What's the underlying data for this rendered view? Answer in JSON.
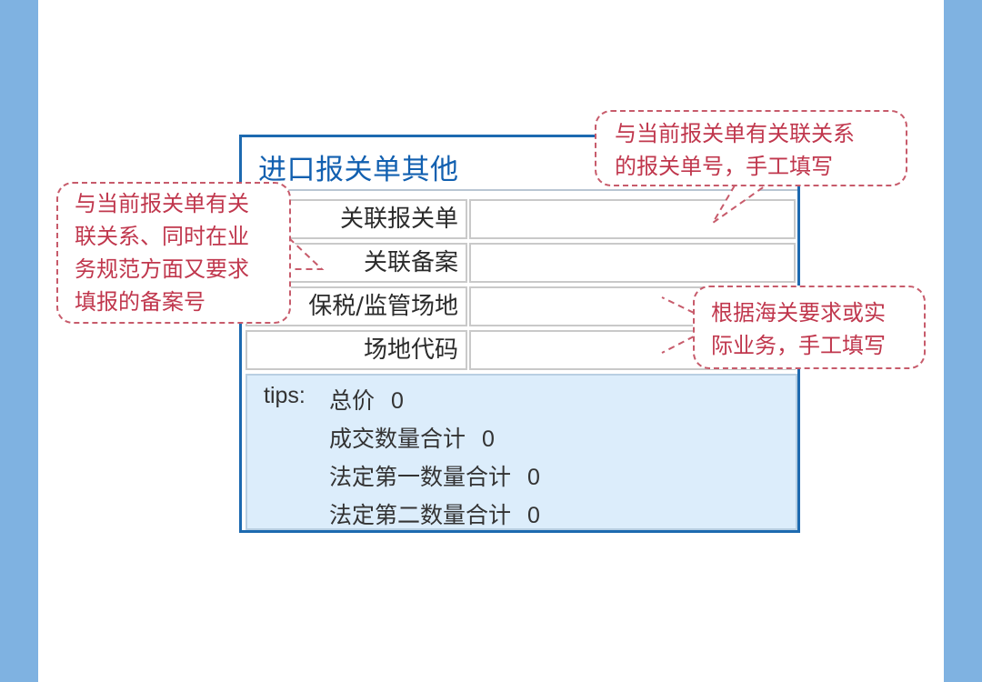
{
  "form": {
    "title": "进口报关单其他",
    "fields": [
      {
        "label": "关联报关单",
        "value": ""
      },
      {
        "label": "关联备案",
        "value": ""
      },
      {
        "label": "保税/监管场地",
        "value": ""
      },
      {
        "label": "场地代码",
        "value": ""
      }
    ],
    "tips": {
      "prefix": "tips:",
      "lines": [
        {
          "label": "总价",
          "value": "0"
        },
        {
          "label": "成交数量合计",
          "value": "0"
        },
        {
          "label": "法定第一数量合计",
          "value": "0"
        },
        {
          "label": "法定第二数量合计",
          "value": "0"
        }
      ]
    }
  },
  "callouts": {
    "top": [
      "与当前报关单有关联关系",
      "的报关单号，手工填写"
    ],
    "left": [
      "与当前报关单有关",
      "联关系、同时在业",
      "务规范方面又要求",
      "填报的备案号"
    ],
    "right": [
      "根据海关要求或实",
      "际业务，手工填写"
    ]
  },
  "colors": {
    "side_band": "#7fb2e1",
    "window_border": "#1d6ab0",
    "title_text": "#1260b0",
    "tips_background": "#dcedfb",
    "callout_text": "#c0374d",
    "callout_border": "#c75b6b"
  }
}
